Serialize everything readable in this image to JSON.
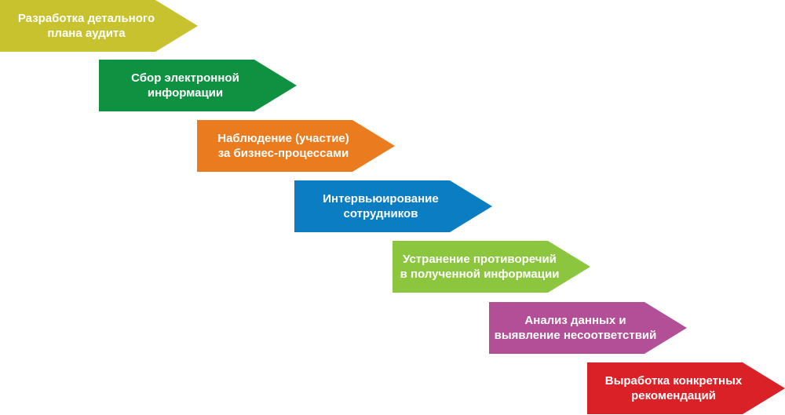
{
  "steps": [
    {
      "line1": "Разработка детального",
      "line2": "плана аудита",
      "color": "#C8C22E"
    },
    {
      "line1": "Сбор электронной",
      "line2": "информации",
      "color": "#0F9142"
    },
    {
      "line1": "Наблюдение (участие)",
      "line2": "за бизнес-процессами",
      "color": "#EA7B1E"
    },
    {
      "line1": "Интервьюирование",
      "line2": "сотрудников",
      "color": "#0A7DC3"
    },
    {
      "line1": "Устранение противоречий",
      "line2": "в полученной информации",
      "color": "#8CC63E"
    },
    {
      "line1": "Анализ данных и",
      "line2": "выявление несоответствий",
      "color": "#B24F96"
    },
    {
      "line1": "Выработка конкретных",
      "line2": "рекомендаций",
      "color": "#DA2128"
    }
  ]
}
